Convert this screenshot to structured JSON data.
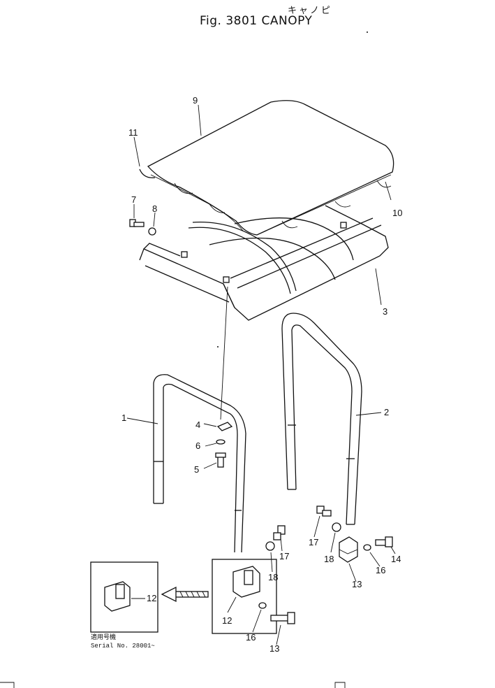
{
  "figure": {
    "kana_title": "キャノピ",
    "title": "Fig. 3801 CANOPY"
  },
  "callouts": [
    {
      "id": "c1",
      "text": "1"
    },
    {
      "id": "c2",
      "text": "2"
    },
    {
      "id": "c3",
      "text": "3"
    },
    {
      "id": "c4",
      "text": "4"
    },
    {
      "id": "c5",
      "text": "5"
    },
    {
      "id": "c6",
      "text": "6"
    },
    {
      "id": "c7",
      "text": "7"
    },
    {
      "id": "c8",
      "text": "8"
    },
    {
      "id": "c9",
      "text": "9"
    },
    {
      "id": "c10",
      "text": "10"
    },
    {
      "id": "c11",
      "text": "11"
    },
    {
      "id": "c12a",
      "text": "12"
    },
    {
      "id": "c12b",
      "text": "12"
    },
    {
      "id": "c13",
      "text": "13"
    },
    {
      "id": "c14",
      "text": "14"
    },
    {
      "id": "c15",
      "text": "15"
    },
    {
      "id": "c16a",
      "text": "16"
    },
    {
      "id": "c16b",
      "text": "16"
    },
    {
      "id": "c17a",
      "text": "17"
    },
    {
      "id": "c17b",
      "text": "17"
    },
    {
      "id": "c18a",
      "text": "18"
    },
    {
      "id": "c18b",
      "text": "18"
    }
  ],
  "inset": {
    "applicability_label": "適用号機",
    "serial_text": "Serial No. 28001~"
  }
}
